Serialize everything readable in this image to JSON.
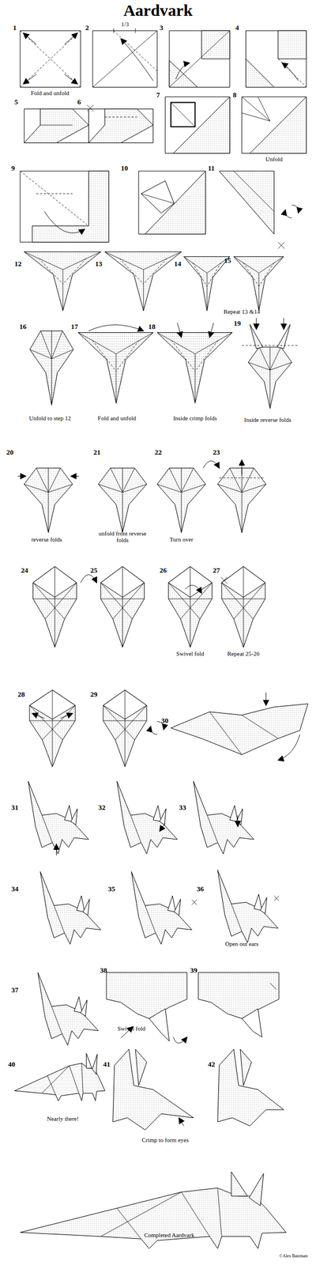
{
  "diagram": {
    "title": "Aardvark",
    "labels": [
      "1",
      "Fold and unfold",
      "2",
      "1/3",
      "3",
      "4",
      "5",
      "6",
      "7",
      "8",
      "Unfold",
      "9",
      "10",
      "11",
      "12",
      "13",
      "14",
      "15",
      "Repeat 13 &14",
      "16",
      "Unfold to step 12",
      "17",
      "Fold and unfold",
      "18",
      "Inside crimp folds",
      "19",
      "Inside reverse folds",
      "20",
      "reverse folds",
      "21",
      "unfold front reverse folds",
      "22",
      "Turn over",
      "23",
      "24",
      "25",
      "26",
      "Swivel fold",
      "27",
      "Repeat 25-26",
      "28",
      "29",
      "30",
      "31",
      "32",
      "33",
      "34",
      "35",
      "36",
      "Open out ears",
      "37",
      "38",
      "Swivel fold",
      "39",
      "40",
      "Nearly there!",
      "41",
      "42",
      "Crimp to form eyes",
      "Completed Aardvark",
      "©Alex Bateman"
    ]
  }
}
